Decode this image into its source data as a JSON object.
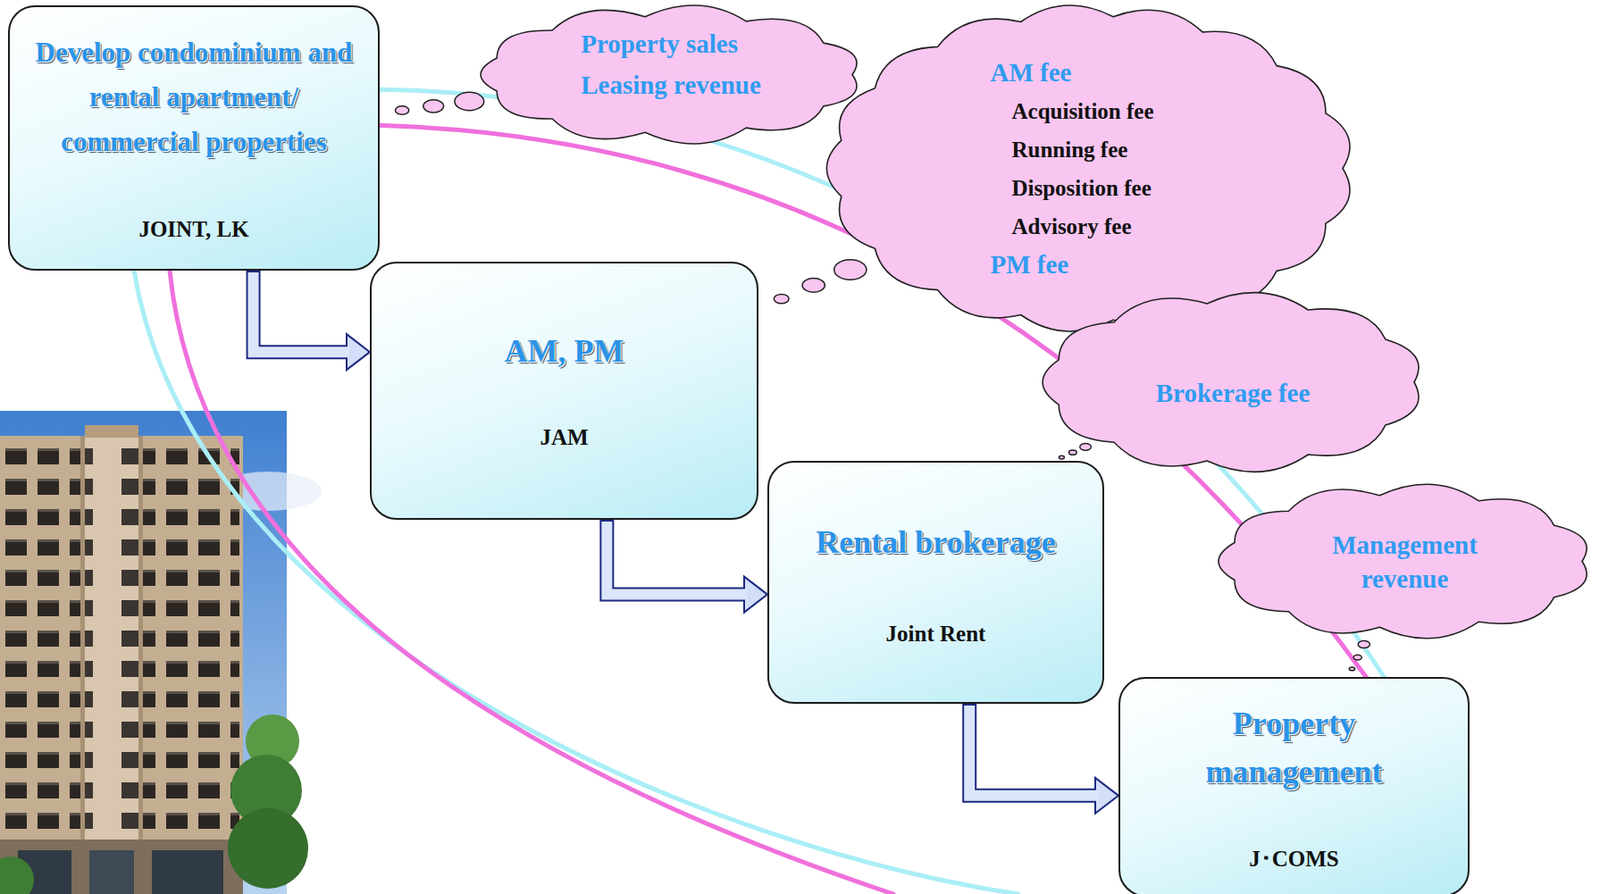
{
  "diagram": {
    "nodes": [
      {
        "text": [
          "Develop condominium and rental apartment/ commercial properties",
          "JOINT, LK"
        ]
      },
      {
        "text": [
          "Property sales",
          "Leasing revenue"
        ]
      },
      {
        "text": [
          "AM fee",
          "Acquisition fee",
          "Running fee",
          "Disposition fee",
          "Advisory fee",
          "PM fee"
        ]
      },
      {
        "text": [
          "AM, PM",
          "JAM"
        ]
      },
      {
        "text": [
          "Brokerage fee"
        ]
      },
      {
        "text": [
          "Rental brokerage",
          "Joint Rent"
        ]
      },
      {
        "text": [
          "Management revenue"
        ]
      },
      {
        "text": [
          "Property management",
          "J･COMS"
        ]
      }
    ],
    "edges": [
      {
        "from": 0,
        "to": 1,
        "arrow": "none"
      },
      {
        "from": 3,
        "to": 2,
        "arrow": "none"
      },
      {
        "from": 5,
        "to": 4,
        "arrow": "none"
      },
      {
        "from": 7,
        "to": 6,
        "arrow": "none"
      },
      {
        "from": 0,
        "to": 3,
        "arrow": "to"
      },
      {
        "from": 3,
        "to": 5,
        "arrow": "to"
      },
      {
        "from": 5,
        "to": 7,
        "arrow": "to"
      }
    ]
  }
}
